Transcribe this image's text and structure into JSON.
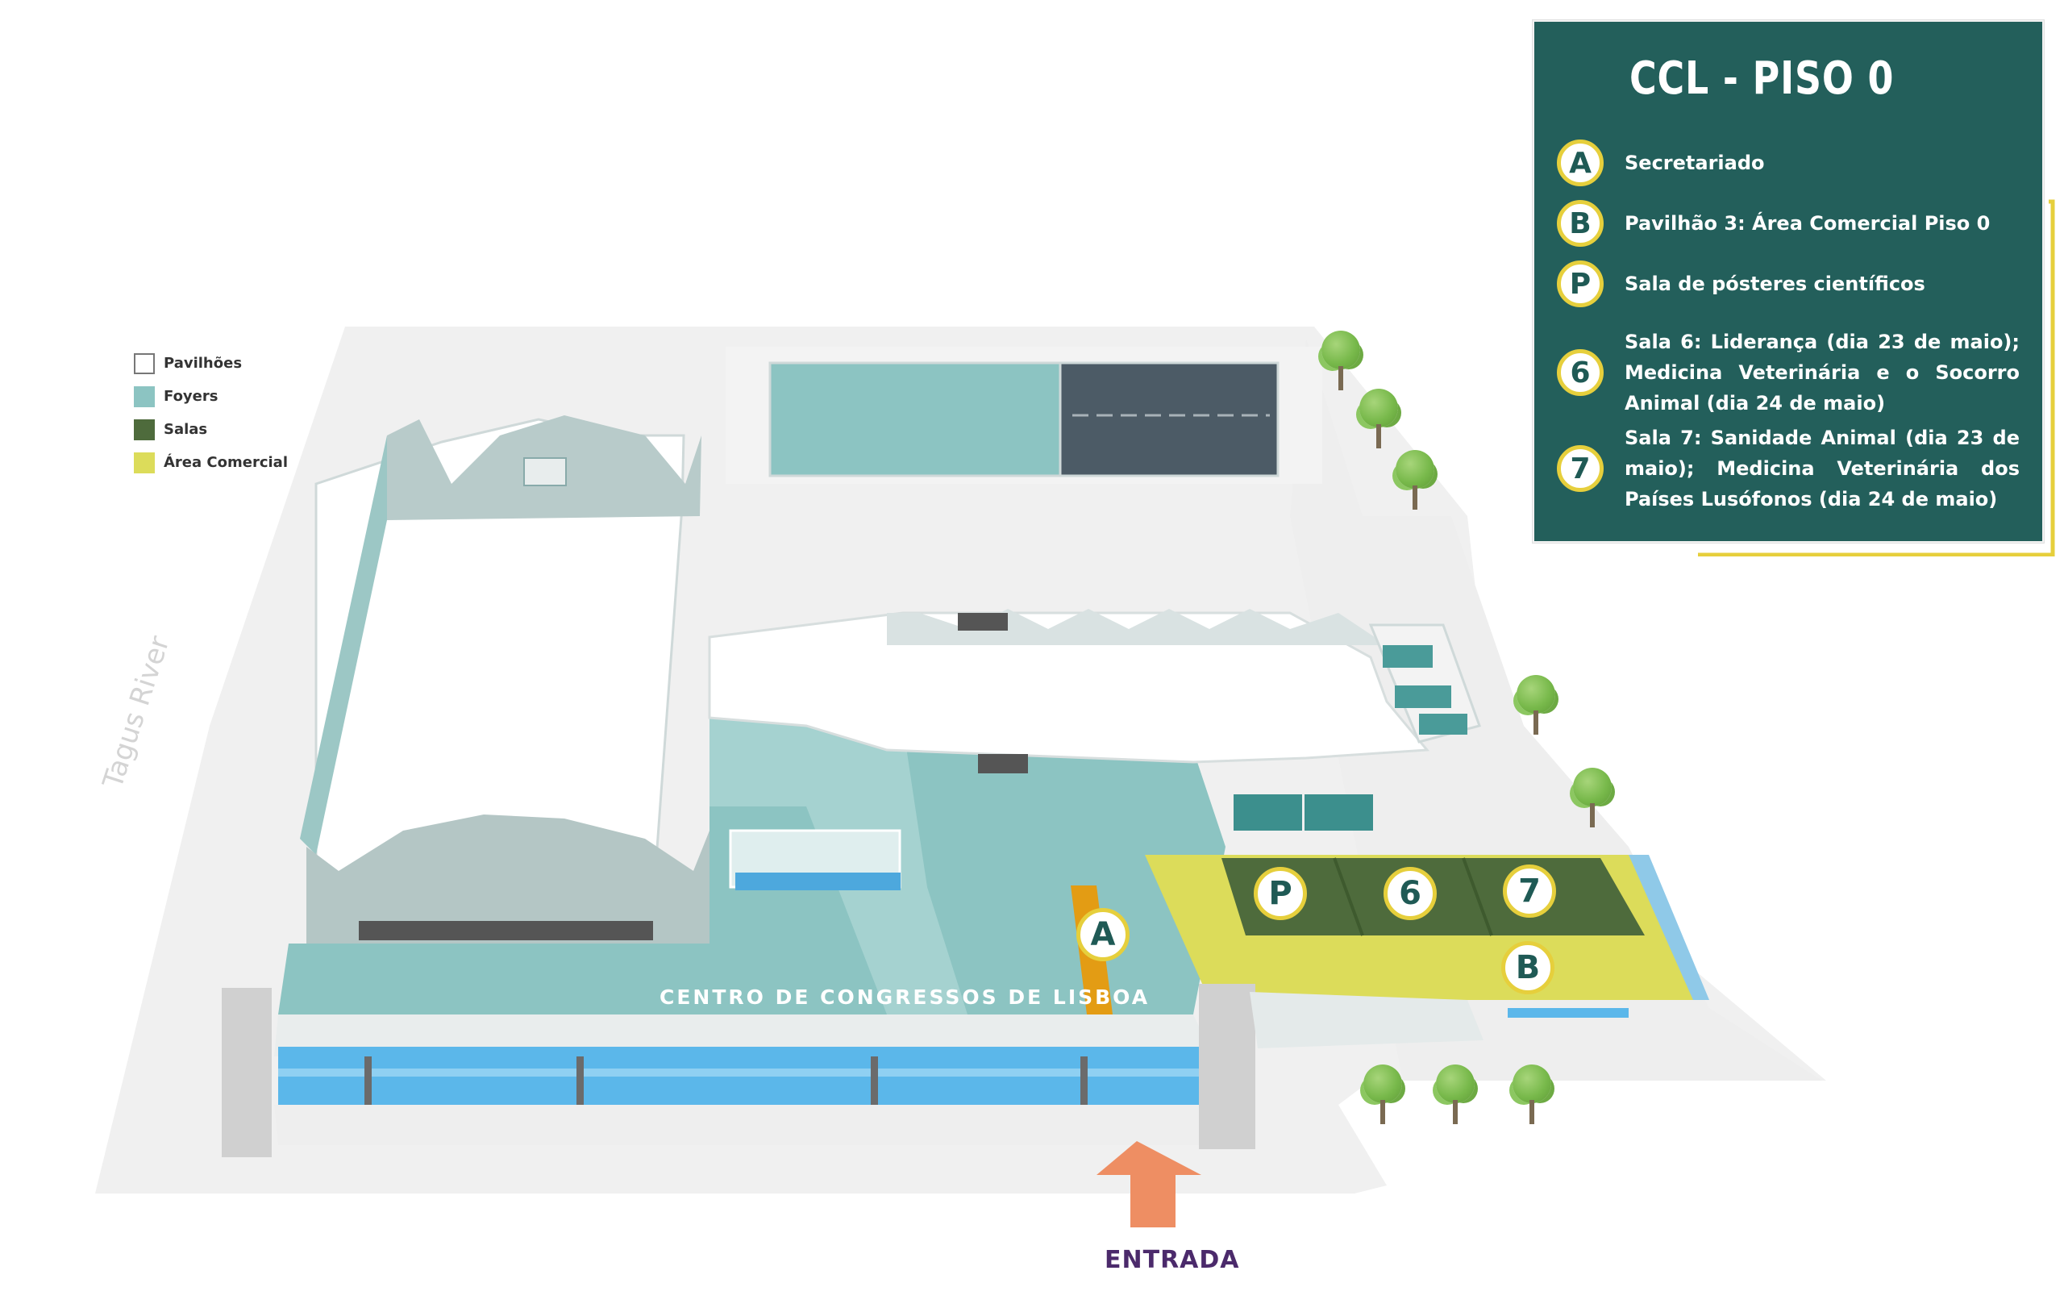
{
  "info_panel": {
    "title": "CCL - PISO 0",
    "items": [
      {
        "badge": "A",
        "text": "Secretariado"
      },
      {
        "badge": "B",
        "text": "Pavilhão 3: Área Comercial Piso 0"
      },
      {
        "badge": "P",
        "text": "Sala de pósteres científicos"
      },
      {
        "badge": "6",
        "text": "Sala 6: Liderança (dia 23 de maio); Medicina Veterinária e o Socorro Animal (dia 24 de maio)"
      },
      {
        "badge": "7",
        "text": "Sala 7: Sanidade Animal (dia 23 de maio); Medicina Veterinária dos Países Lusófonos (dia 24 de maio)"
      }
    ]
  },
  "legend": {
    "items": [
      {
        "label": "Pavilhões",
        "color": "#ffffff"
      },
      {
        "label": "Foyers",
        "color": "#8cc4c2"
      },
      {
        "label": "Salas",
        "color": "#4e6b3c"
      },
      {
        "label": "Área Comercial",
        "color": "#dcdc5a"
      }
    ]
  },
  "map": {
    "building_name": "CENTRO DE CONGRESSOS DE LISBOA",
    "river_label": "Tagus River",
    "entrance_label": "ENTRADA",
    "markers": {
      "a": "A",
      "b": "B",
      "p": "P",
      "six": "6",
      "seven": "7"
    }
  },
  "colors": {
    "panel_bg": "#235f5b",
    "panel_accent": "#e6cf3c",
    "pavilion": "#ffffff",
    "foyer": "#8cc4c2",
    "room": "#4e6b3c",
    "commercial": "#dcdc5a",
    "secretariat": "#e39c14",
    "entrance_arrow": "#ee8e63",
    "ground": "#f0f0f0"
  }
}
